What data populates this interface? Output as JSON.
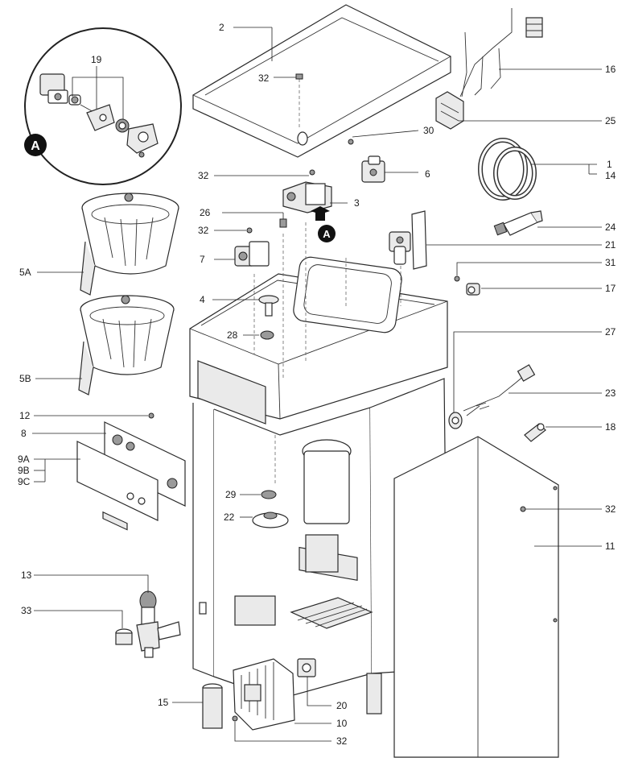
{
  "callouts": {
    "c2": "2",
    "c32a": "32",
    "c16": "16",
    "c25": "25",
    "c30": "30",
    "c1": "1",
    "c14": "14",
    "c32b": "32",
    "c6": "6",
    "c3": "3",
    "c26": "26",
    "c24": "24",
    "c32c": "32",
    "c21": "21",
    "c7": "7",
    "c5A": "5A",
    "c31": "31",
    "c17": "17",
    "c4": "4",
    "c28": "28",
    "c27": "27",
    "c5B": "5B",
    "c23": "23",
    "c12": "12",
    "c8": "8",
    "c18": "18",
    "c9A": "9A",
    "c9B": "9B",
    "c9C": "9C",
    "c29": "29",
    "c32d": "32",
    "c22": "22",
    "c11": "11",
    "c13": "13",
    "c33": "33",
    "c20": "20",
    "c15": "15",
    "c10": "10",
    "c32e": "32",
    "c19": "19"
  },
  "detail_marker": {
    "detail_label": "A",
    "arrow_label": "A"
  }
}
